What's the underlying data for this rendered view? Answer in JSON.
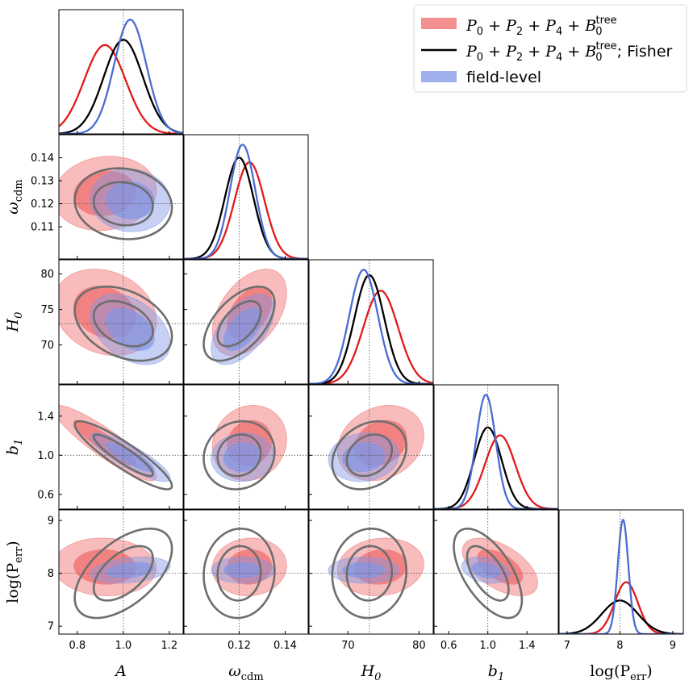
{
  "chart_data": {
    "type": "corner",
    "parameters": [
      {
        "key": "A",
        "label": "A",
        "sub": "",
        "fiducial": 1.0,
        "range": [
          0.72,
          1.26
        ],
        "ticks": [
          0.8,
          1.0,
          1.2
        ],
        "tick_labels": [
          "0.8",
          "1.0",
          "1.2"
        ]
      },
      {
        "key": "wcdm",
        "label": "ω",
        "sub": "cdm",
        "fiducial": 0.12,
        "range": [
          0.096,
          0.15
        ],
        "ticks": [
          0.11,
          0.12,
          0.13,
          0.14
        ],
        "tick_labels": [
          "0.11",
          "0.12",
          "0.13",
          "0.14"
        ],
        "x_ticks": [
          0.12,
          0.14
        ],
        "x_tick_labels": [
          "0.12",
          "0.14"
        ]
      },
      {
        "key": "H0",
        "label": "H",
        "sub": "0",
        "fiducial": 73.0,
        "range": [
          64.5,
          82.0
        ],
        "ticks": [
          70,
          75,
          80
        ],
        "tick_labels": [
          "70",
          "75",
          "80"
        ],
        "x_ticks": [
          70,
          80
        ],
        "x_tick_labels": [
          "70",
          "80"
        ]
      },
      {
        "key": "b1",
        "label": "b",
        "sub": "1",
        "fiducial": 1.0,
        "range": [
          0.45,
          1.72
        ],
        "ticks": [
          0.6,
          1.0,
          1.4
        ],
        "tick_labels": [
          "0.6",
          "1.0",
          "1.4"
        ]
      },
      {
        "key": "logPerr",
        "label": "log(P",
        "sub": "err",
        "suffix": ")",
        "fiducial": 8.0,
        "range": [
          6.85,
          9.2
        ],
        "ticks": [
          7,
          8,
          9
        ],
        "tick_labels": [
          "7",
          "8",
          "9"
        ]
      }
    ],
    "series": [
      {
        "name": "P0 + P2 + P4 + B0tree",
        "style": "filled",
        "color": "#f06a6a",
        "mean": [
          0.92,
          0.1245,
          74.6,
          1.125,
          8.12
        ],
        "sigma": [
          0.09,
          0.0065,
          2.45,
          0.155,
          0.22
        ],
        "corr": [
          [
            1,
            0.1,
            -0.2,
            -0.9,
            -0.05
          ],
          [
            0.1,
            1,
            0.45,
            0.1,
            0.05
          ],
          [
            -0.2,
            0.45,
            1,
            0.2,
            0.1
          ],
          [
            -0.9,
            0.1,
            0.2,
            1,
            -0.55
          ],
          [
            -0.05,
            0.05,
            0.1,
            -0.55,
            1
          ]
        ]
      },
      {
        "name": "P0 + P2 + P4 + B0tree; Fisher",
        "style": "line",
        "color": "#000000",
        "contour_color": "#6e6e6e",
        "mean": [
          1.0,
          0.12,
          73.0,
          1.0,
          8.0
        ],
        "sigma": [
          0.085,
          0.0062,
          2.1,
          0.14,
          0.34
        ],
        "corr": [
          [
            1,
            -0.1,
            -0.35,
            -0.9,
            0.55
          ],
          [
            -0.1,
            1,
            0.55,
            0.1,
            0.05
          ],
          [
            -0.35,
            0.55,
            1,
            0.25,
            0.05
          ],
          [
            -0.9,
            0.1,
            0.25,
            1,
            -0.6
          ],
          [
            0.55,
            0.05,
            0.05,
            -0.6,
            1
          ]
        ]
      },
      {
        "name": "field-level",
        "style": "filled",
        "color": "#7f96e6",
        "mean": [
          1.03,
          0.1215,
          72.2,
          0.98,
          8.06
        ],
        "sigma": [
          0.07,
          0.0055,
          2.0,
          0.1,
          0.1
        ],
        "corr": [
          [
            1,
            -0.05,
            -0.4,
            -0.85,
            0.3
          ],
          [
            -0.05,
            1,
            0.55,
            0.05,
            0.0
          ],
          [
            -0.4,
            0.55,
            1,
            0.1,
            0.0
          ],
          [
            -0.85,
            0.05,
            0.1,
            1,
            -0.3
          ],
          [
            0.3,
            0.0,
            0.0,
            -0.3,
            1
          ]
        ]
      }
    ],
    "legend": {
      "placement": "top-right",
      "entries": [
        {
          "text": "P0 + P2 + P4 + B0tree"
        },
        {
          "text": "P0 + P2 + P4 + B0tree; Fisher"
        },
        {
          "text": "field-level"
        }
      ]
    },
    "grid": false,
    "fiducial_lines": true
  }
}
